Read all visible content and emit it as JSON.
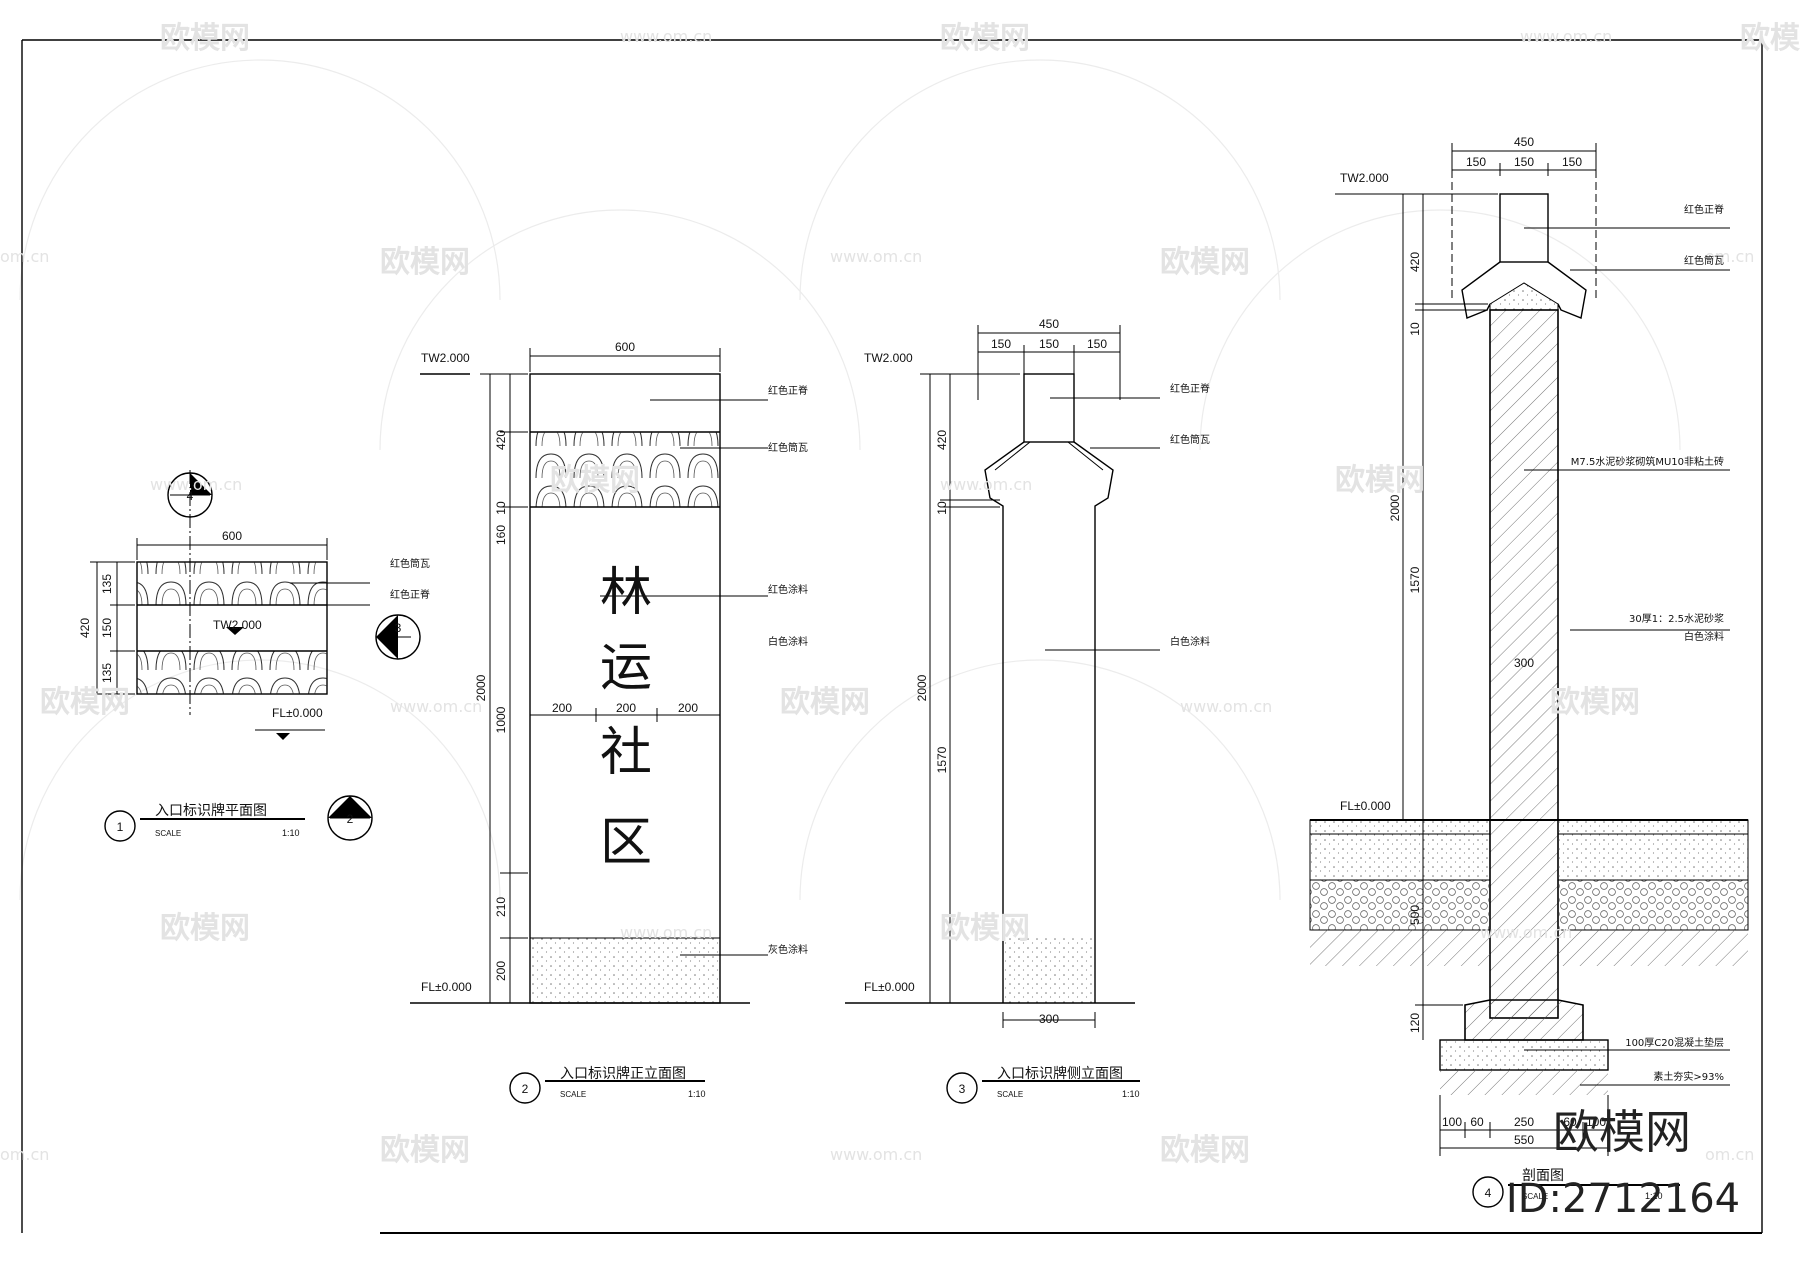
{
  "watermark": {
    "logo_text": "欧模网",
    "url": "www.om.cn",
    "url_short": "om.cn"
  },
  "brand": {
    "name": "欧模网",
    "id": "ID:2712164"
  },
  "plan": {
    "number": "1",
    "title": "入口标识牌平面图",
    "scale_label": "SCALE",
    "scale": "1:10",
    "width": "600",
    "depth": "420",
    "rows": [
      "135",
      "150",
      "135"
    ],
    "notes": [
      "红色筒瓦",
      "红色正脊"
    ],
    "level_top": "TW2.000",
    "level_floor": "FL±0.000",
    "section_marks": [
      "4",
      "3",
      "2"
    ]
  },
  "front": {
    "number": "2",
    "title": "入口标识牌正立面图",
    "scale_label": "SCALE",
    "scale": "1:10",
    "width": "600",
    "level_top": "TW2.000",
    "level_floor": "FL±0.000",
    "vdims": [
      "420",
      "10",
      "160",
      "2000",
      "1000",
      "210",
      "200"
    ],
    "hdims": [
      "200",
      "200",
      "200"
    ],
    "notes": [
      "红色正脊",
      "红色筒瓦",
      "红色涂料",
      "白色涂料",
      "灰色涂料"
    ],
    "sign_chars": [
      "林",
      "运",
      "社",
      "区"
    ]
  },
  "side": {
    "number": "3",
    "title": "入口标识牌侧立面图",
    "scale_label": "SCALE",
    "scale": "1:10",
    "top_total": "450",
    "top_parts": [
      "150",
      "150",
      "150"
    ],
    "bottom": "300",
    "level_top": "TW2.000",
    "level_floor": "FL±0.000",
    "vdims": [
      "420",
      "10",
      "2000",
      "1570"
    ],
    "notes": [
      "红色正脊",
      "红色筒瓦",
      "白色涂料"
    ]
  },
  "section": {
    "number": "4",
    "title": "剖面图",
    "scale_label": "SCALE",
    "scale": "1:10",
    "top_total": "450",
    "top_parts": [
      "150",
      "150",
      "150"
    ],
    "core": "300",
    "level_top": "TW2.000",
    "level_floor": "FL±0.000",
    "vdims": [
      "420",
      "10",
      "2000",
      "1570",
      "500",
      "120"
    ],
    "bottom_dims": [
      "100",
      "60",
      "250",
      "60",
      "100"
    ],
    "bottom_total": "550",
    "notes": [
      "红色正脊",
      "红色筒瓦",
      "M7.5水泥砂浆砌筑MU10非粘土砖",
      "30厚1：2.5水泥砂浆",
      "白色涂料",
      "100厚C20混凝土垫层",
      "素土夯实>93%"
    ]
  }
}
